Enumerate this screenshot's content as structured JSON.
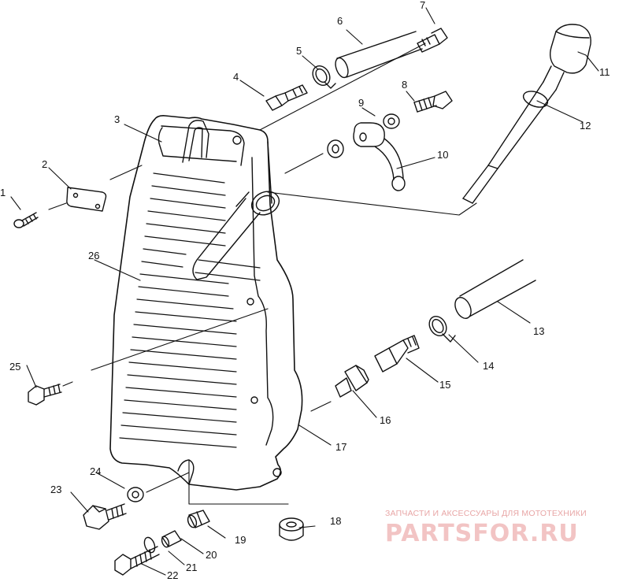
{
  "callouts": [
    {
      "id": "part-1",
      "label": "1"
    },
    {
      "id": "part-2",
      "label": "2"
    },
    {
      "id": "part-3",
      "label": "3"
    },
    {
      "id": "part-4",
      "label": "4"
    },
    {
      "id": "part-5",
      "label": "5"
    },
    {
      "id": "part-6",
      "label": "6"
    },
    {
      "id": "part-7",
      "label": "7"
    },
    {
      "id": "part-8",
      "label": "8"
    },
    {
      "id": "part-9",
      "label": "9"
    },
    {
      "id": "part-10",
      "label": "10"
    },
    {
      "id": "part-11",
      "label": "11"
    },
    {
      "id": "part-12",
      "label": "12"
    },
    {
      "id": "part-13",
      "label": "13"
    },
    {
      "id": "part-14",
      "label": "14"
    },
    {
      "id": "part-15",
      "label": "15"
    },
    {
      "id": "part-16",
      "label": "16"
    },
    {
      "id": "part-17",
      "label": "17"
    },
    {
      "id": "part-18",
      "label": "18"
    },
    {
      "id": "part-19",
      "label": "19"
    },
    {
      "id": "part-20",
      "label": "20"
    },
    {
      "id": "part-21",
      "label": "21"
    },
    {
      "id": "part-22",
      "label": "22"
    },
    {
      "id": "part-23",
      "label": "23"
    },
    {
      "id": "part-24",
      "label": "24"
    },
    {
      "id": "part-25",
      "label": "25"
    },
    {
      "id": "part-26",
      "label": "26"
    }
  ],
  "watermark": {
    "tagline": "ЗАПЧАСТИ И АКСЕССУАРЫ ДЛЯ МОТОТЕХНИКИ",
    "logo": "PARTSFOR.RU",
    "color": "#e8a6a6"
  }
}
